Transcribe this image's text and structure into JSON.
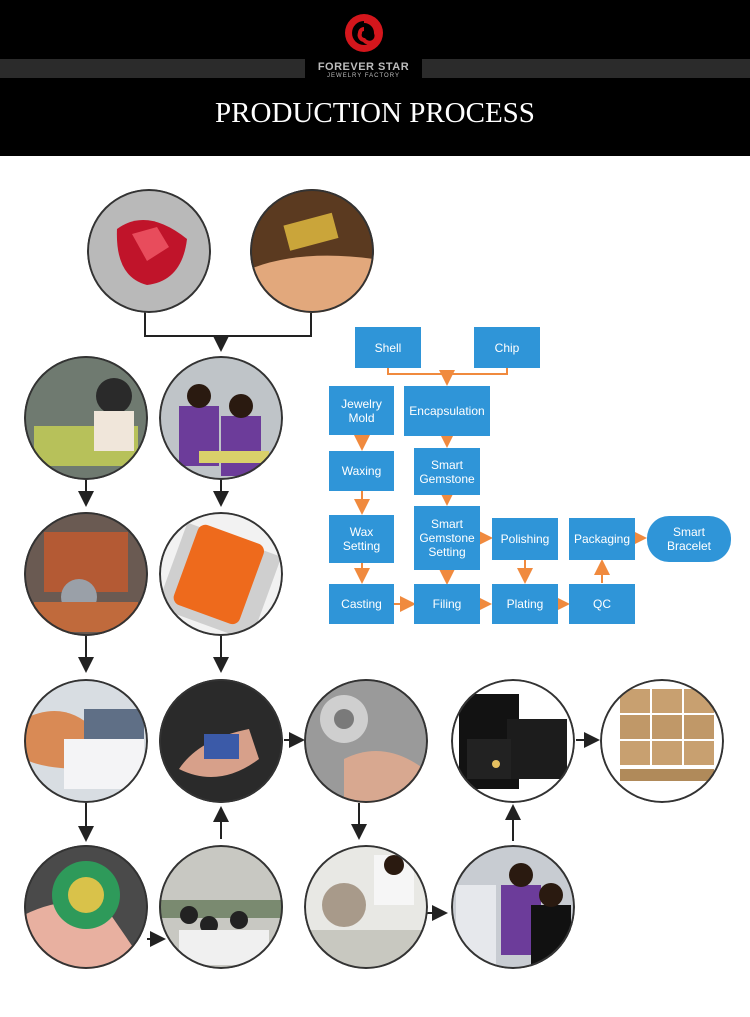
{
  "header": {
    "brand_name": "FOREVER STAR",
    "brand_sub": "JEWELRY FACTORY",
    "title": "PRODUCTION PROCESS",
    "logo_icon": "swirl-logo-icon"
  },
  "colors": {
    "box": "#2f95d8",
    "flow_arrow": "#f08a3e",
    "photo_arrow": "#222222"
  },
  "flowchart": {
    "shell": "Shell",
    "chip": "Chip",
    "jewelry_mold": "Jewelry\nMold",
    "encapsulation": "Encapsulation",
    "waxing": "Waxing",
    "smart_gemstone": "Smart\nGemstone",
    "wax_setting": "Wax\nSetting",
    "smart_gemstone_setting": "Smart\nGemstone\nSetting",
    "polishing": "Polishing",
    "packaging": "Packaging",
    "smart_bracelet": "Smart\nBracelet",
    "casting": "Casting",
    "filing": "Filing",
    "plating": "Plating",
    "qc": "QC"
  },
  "photos": [
    "red-gemstone",
    "microchip-on-finger",
    "jewelry-mold-workshop",
    "chip-assembly-workers",
    "wax-tree",
    "orange-gemstone-setting",
    "wax-setting",
    "stone-setting-tools",
    "polishing-wheel",
    "pendant-gift-box",
    "shipping-cartons",
    "green-wax-ring",
    "filing-workshop",
    "buffing-machine",
    "quality-inspection"
  ]
}
